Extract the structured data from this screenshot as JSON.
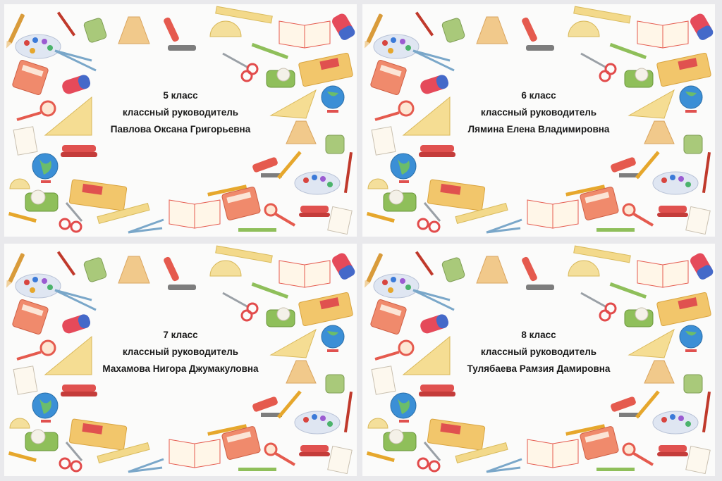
{
  "cards": [
    {
      "grade": "5 класс",
      "role": "классный руководитель",
      "teacher": "Павлова Оксана Григорьевна"
    },
    {
      "grade": "6 класс",
      "role": "классный руководитель",
      "teacher": "Лямина Елена Владимировна"
    },
    {
      "grade": "7 класс",
      "role": "классный руководитель",
      "teacher": "Махамова Нигора Джумакуловна"
    },
    {
      "grade": "8 класс",
      "role": "классный руководитель",
      "teacher": "Тулябаева Рамзия Дамировна"
    }
  ],
  "colors": {
    "background": "#fbfbfa",
    "text": "#1a1a1a",
    "ruler": "#f3d98a",
    "book": "#f2c66b",
    "globe": "#3b8fd6",
    "scissors": "#e24b4b",
    "stapler": "#e0514f",
    "tape": "#8fbf5a"
  },
  "icons": [
    "pencil-icon",
    "palette-icon",
    "calculator-icon",
    "eraser-icon",
    "magnifier-icon",
    "triangle-ruler-icon",
    "notepad-icon",
    "globe-icon",
    "tape-dispenser-icon",
    "scissors-icon",
    "compass-icon",
    "book-icon",
    "microscope-icon",
    "flask-icon",
    "stapler-icon",
    "ruler-icon",
    "brush-icon",
    "protractor-icon",
    "sharpener-icon"
  ]
}
